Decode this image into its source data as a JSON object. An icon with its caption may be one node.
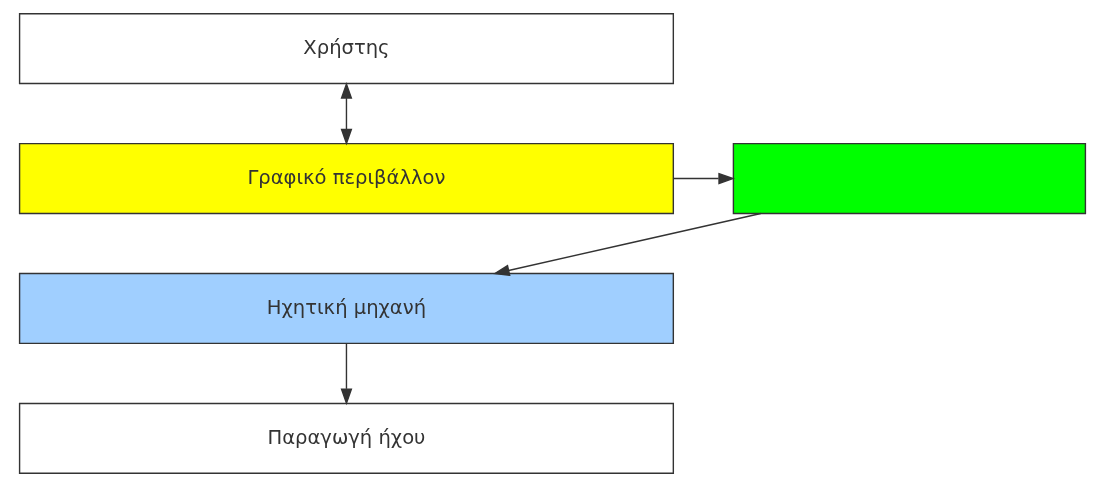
{
  "diagram": {
    "nodes": [
      {
        "text": [
          "Χρήστης"
        ]
      },
      {
        "text": [
          "Γραφικό περιβάλλον"
        ]
      },
      {
        "text": [
          "Ηχητική μηχανή"
        ]
      },
      {
        "text": [
          "Παραγωγή ήχου"
        ]
      },
      {
        "text": [],
        "shape": "box"
      }
    ],
    "edges": [
      {
        "from": 0,
        "to": 1,
        "arrow": "both"
      },
      {
        "from": 1,
        "to": 4,
        "arrow": "to"
      },
      {
        "from": 4,
        "to": 2,
        "arrow": "to"
      },
      {
        "from": 2,
        "to": 3,
        "arrow": "to"
      }
    ]
  }
}
